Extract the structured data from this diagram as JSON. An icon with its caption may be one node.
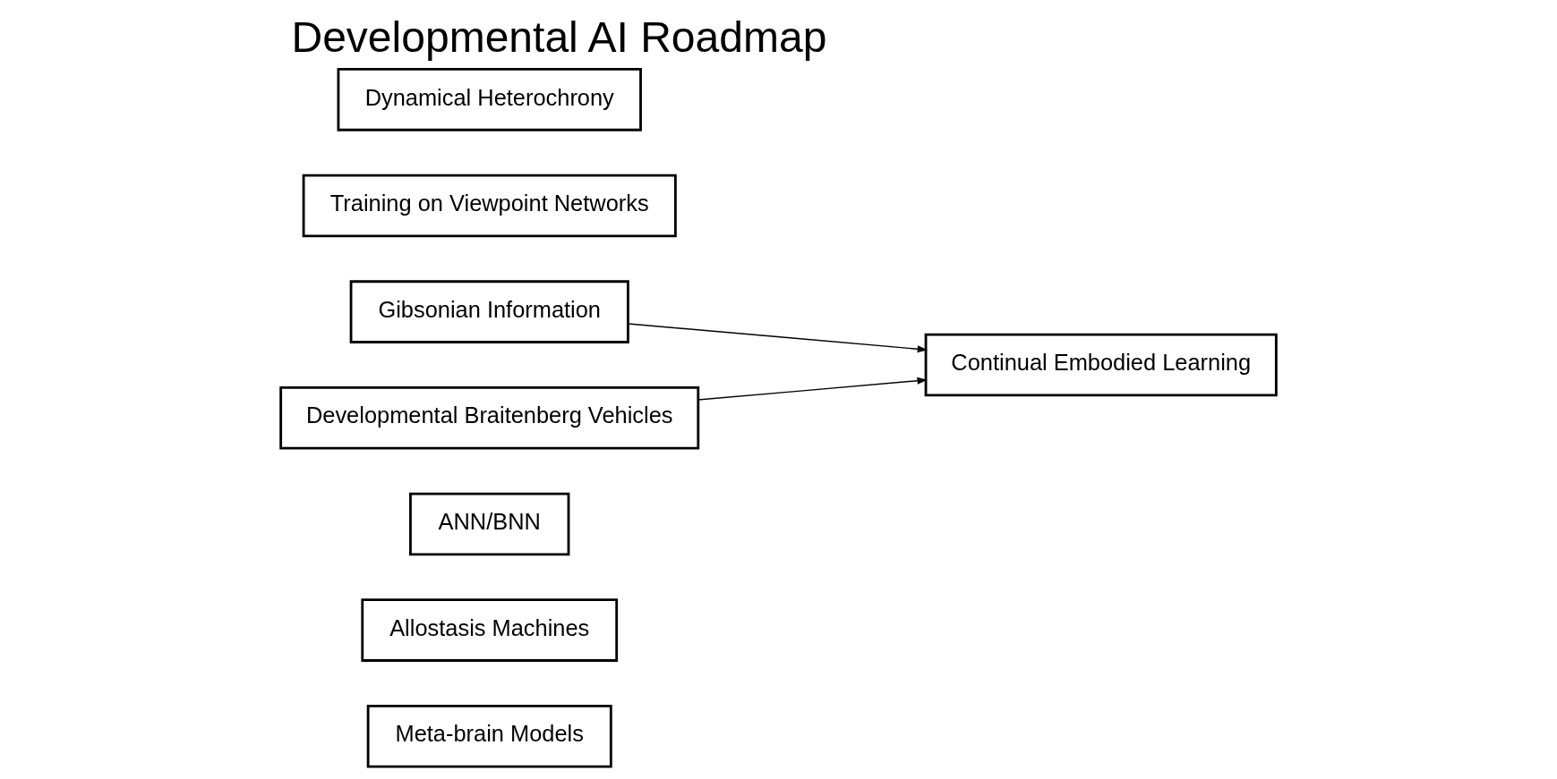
{
  "diagram": {
    "title": "Developmental AI Roadmap",
    "nodes": [
      {
        "text": [
          "Meta-brain Models"
        ]
      },
      {
        "text": [
          "Allostasis Machines"
        ]
      },
      {
        "text": [
          "ANN/BNN"
        ]
      },
      {
        "text": [
          "Gibsonian Information"
        ]
      },
      {
        "text": [
          "Continual Embodied Learning"
        ]
      },
      {
        "text": [
          "Training on Viewpoint Networks"
        ]
      },
      {
        "text": [
          "Developmental Braitenberg Vehicles"
        ]
      },
      {
        "text": [
          "Dynamical Heterochrony"
        ]
      }
    ],
    "edges": [
      {
        "from": 3,
        "to": 4,
        "arrow": "to"
      },
      {
        "from": 6,
        "to": 4,
        "arrow": "to"
      }
    ]
  }
}
